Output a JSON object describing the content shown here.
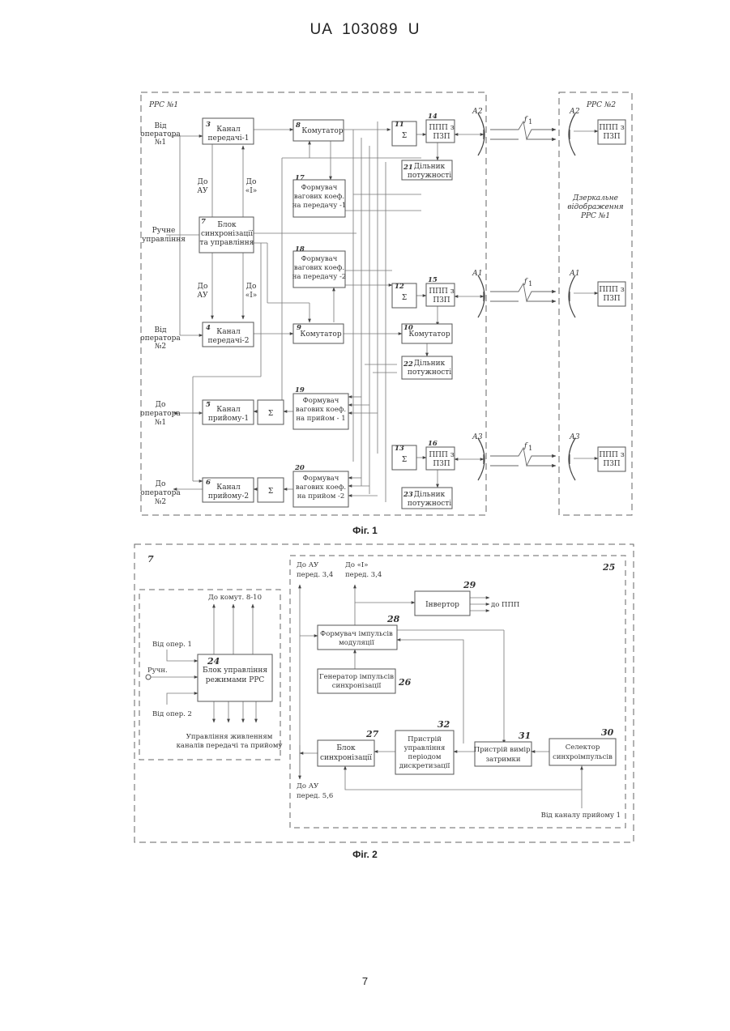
{
  "header": {
    "doc_id": "UA   103089   U"
  },
  "page_number": "7",
  "fig1": {
    "caption": "Фіг. 1",
    "station1": "РРС №1",
    "station2": "РРС №2",
    "mirror": [
      "Дзеркальне",
      "відображення",
      "РРС №1"
    ],
    "freq": "f",
    "freq_sub": "1",
    "left_labels": {
      "op1_in": [
        "Від",
        "оператора",
        "№1"
      ],
      "manual": [
        "Ручне",
        "управління"
      ],
      "op2_in": [
        "Від",
        "оператора",
        "№2"
      ],
      "to_op1": [
        "До",
        "оператора",
        "№1"
      ],
      "to_op2": [
        "До",
        "оператора",
        "№2"
      ],
      "to_au_top": [
        "До",
        "АУ"
      ],
      "to_i_top": [
        "До",
        "«І»"
      ],
      "to_au_mid": [
        "До",
        "АУ"
      ],
      "to_i_mid": [
        "До",
        "«І»"
      ]
    },
    "antennas": {
      "a2": "А2",
      "a1": "А1",
      "a3": "А3"
    },
    "blocks": {
      "b3": {
        "num": "3",
        "lines": [
          "Канал",
          "передачі-1"
        ]
      },
      "b4": {
        "num": "4",
        "lines": [
          "Канал",
          "передачі-2"
        ]
      },
      "b5": {
        "num": "5",
        "lines": [
          "Канал",
          "прийому-1"
        ]
      },
      "b6": {
        "num": "6",
        "lines": [
          "Канал",
          "прийому-2"
        ]
      },
      "b7": {
        "num": "7",
        "lines": [
          "Блок",
          "синхронізації",
          "та управління"
        ]
      },
      "b8": {
        "num": "8",
        "lines": [
          "Комутатор"
        ]
      },
      "b9": {
        "num": "9",
        "lines": [
          "Комутатор"
        ]
      },
      "b10": {
        "num": "10",
        "lines": [
          "Комутатор"
        ]
      },
      "b11": {
        "num": "11",
        "lines": [
          "Σ"
        ]
      },
      "b12": {
        "num": "12",
        "lines": [
          "Σ"
        ]
      },
      "b13": {
        "num": "13",
        "lines": [
          "Σ"
        ]
      },
      "b14": {
        "num": "14",
        "lines": [
          "ППП з",
          "ПЗП"
        ]
      },
      "b15": {
        "num": "15",
        "lines": [
          "ППП з",
          "ПЗП"
        ]
      },
      "b16": {
        "num": "16",
        "lines": [
          "ППП з",
          "ПЗП"
        ]
      },
      "b17": {
        "num": "17",
        "lines": [
          "Формувач",
          "вагових коеф.",
          "на передачу -1"
        ]
      },
      "b18": {
        "num": "18",
        "lines": [
          "Формувач",
          "вагових коеф.",
          "на передачу -2"
        ]
      },
      "b19": {
        "num": "19",
        "lines": [
          "Формувач",
          "вагових коеф.",
          "на прийом - 1"
        ]
      },
      "b20": {
        "num": "20",
        "lines": [
          "Формувач",
          "вагових коеф.",
          "на прийом -2"
        ]
      },
      "b21": {
        "num": "21",
        "lines": [
          "Дільник",
          "потужності"
        ]
      },
      "b22": {
        "num": "22",
        "lines": [
          "Дільник",
          "потужності"
        ]
      },
      "b23": {
        "num": "23",
        "lines": [
          "Дільник",
          "потужності"
        ]
      },
      "sum5": {
        "lines": [
          "Σ"
        ]
      },
      "sum6": {
        "lines": [
          "Σ"
        ]
      },
      "r1": {
        "lines": [
          "ППП з",
          "ПЗП"
        ]
      },
      "r2": {
        "lines": [
          "ППП з",
          "ПЗП"
        ]
      },
      "r3": {
        "lines": [
          "ППП з",
          "ПЗП"
        ]
      }
    }
  },
  "fig2": {
    "caption": "Фіг. 2",
    "outer_num": "7",
    "inner_num": "25",
    "labels": {
      "to_comm": "До комут. 8-10",
      "from_op1": "Від опер. 1",
      "manual": "Ручн.",
      "from_op2": "Від опер. 2",
      "power_ctrl": [
        "Управління живленням",
        "каналів передачі та прийому"
      ],
      "to_au_top": [
        "До АУ",
        "перед. 3,4"
      ],
      "to_i_top": [
        "До «І»",
        "перед. 3,4"
      ],
      "to_ppp": "до ППП",
      "to_au_bot": [
        "До АУ",
        "перед. 5,6"
      ],
      "from_rx": "Від каналу прийому 1"
    },
    "blocks": {
      "b24": {
        "num": "24",
        "lines": [
          "Блок управління",
          "режимами РРС"
        ]
      },
      "b26": {
        "num": "26",
        "lines": [
          "Генератор імпульсів",
          "синхронізації"
        ]
      },
      "b27": {
        "num": "27",
        "lines": [
          "Блок",
          "синхронізації"
        ]
      },
      "b28": {
        "num": "28",
        "lines": [
          "Формувач імпульсів",
          "модуляції"
        ]
      },
      "b29": {
        "num": "29",
        "lines": [
          "Інвертор"
        ]
      },
      "b30": {
        "num": "30",
        "lines": [
          "Селектор",
          "синхроімпульсів"
        ]
      },
      "b31": {
        "num": "31",
        "lines": [
          "Пристрій вимір.",
          "затримки"
        ]
      },
      "b32": {
        "num": "32",
        "lines": [
          "Пристрій",
          "управління",
          "періодом",
          "дискретизації"
        ]
      }
    }
  }
}
